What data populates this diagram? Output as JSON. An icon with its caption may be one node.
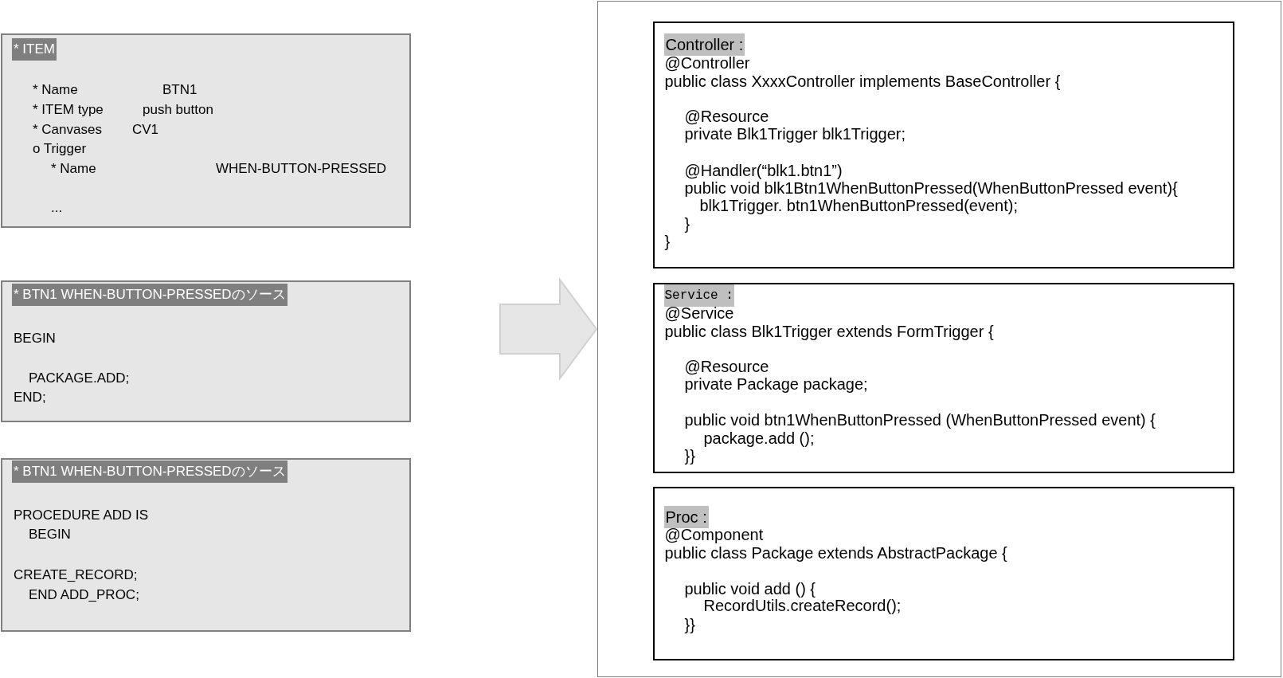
{
  "diagram": {
    "nodes": [
      {
        "text": [
          "* ITEM",
          "* Name",
          "BTN1",
          "* ITEM type",
          "push button",
          "* Canvases",
          "CV1",
          "o Trigger",
          "* Name",
          "WHEN-BUTTON-PRESSED",
          "..."
        ]
      },
      {
        "text": [
          "* BTN1 WHEN-BUTTON-PRESSEDのソース",
          "BEGIN",
          "PACKAGE.ADD;",
          "END;"
        ]
      },
      {
        "text": [
          "* BTN1 WHEN-BUTTON-PRESSEDのソース",
          "PROCEDURE ADD IS",
          "BEGIN",
          "CREATE_RECORD;",
          "END ADD_PROC;"
        ]
      },
      {
        "text": [],
        "shape": "box"
      },
      {
        "text": [
          "Controller :",
          "@Controller",
          "public class XxxxController implements BaseController {",
          "@Resource",
          "private Blk1Trigger blk1Trigger;",
          "@Handler(“blk1.btn1”)",
          "public void blk1Btn1WhenButtonPressed(WhenButtonPressed event){",
          "blk1Trigger. btn1WhenButtonPressed(event);",
          "}",
          "}"
        ],
        "in": 3
      },
      {
        "text": [
          "Service :",
          "@Service",
          "public class Blk1Trigger extends FormTrigger {",
          "@Resource",
          "private Package package;",
          "public void btn1WhenButtonPressed (WhenButtonPressed event) {",
          "package.add ();",
          "}}"
        ],
        "in": 3
      },
      {
        "text": [
          "Proc :",
          "@Component",
          "public class Package extends AbstractPackage {",
          "public void add () {",
          "RecordUtils.createRecord();",
          "}}"
        ],
        "in": 3
      }
    ],
    "edges": [
      {
        "from": null,
        "to": 3,
        "arrow": "to"
      }
    ]
  }
}
